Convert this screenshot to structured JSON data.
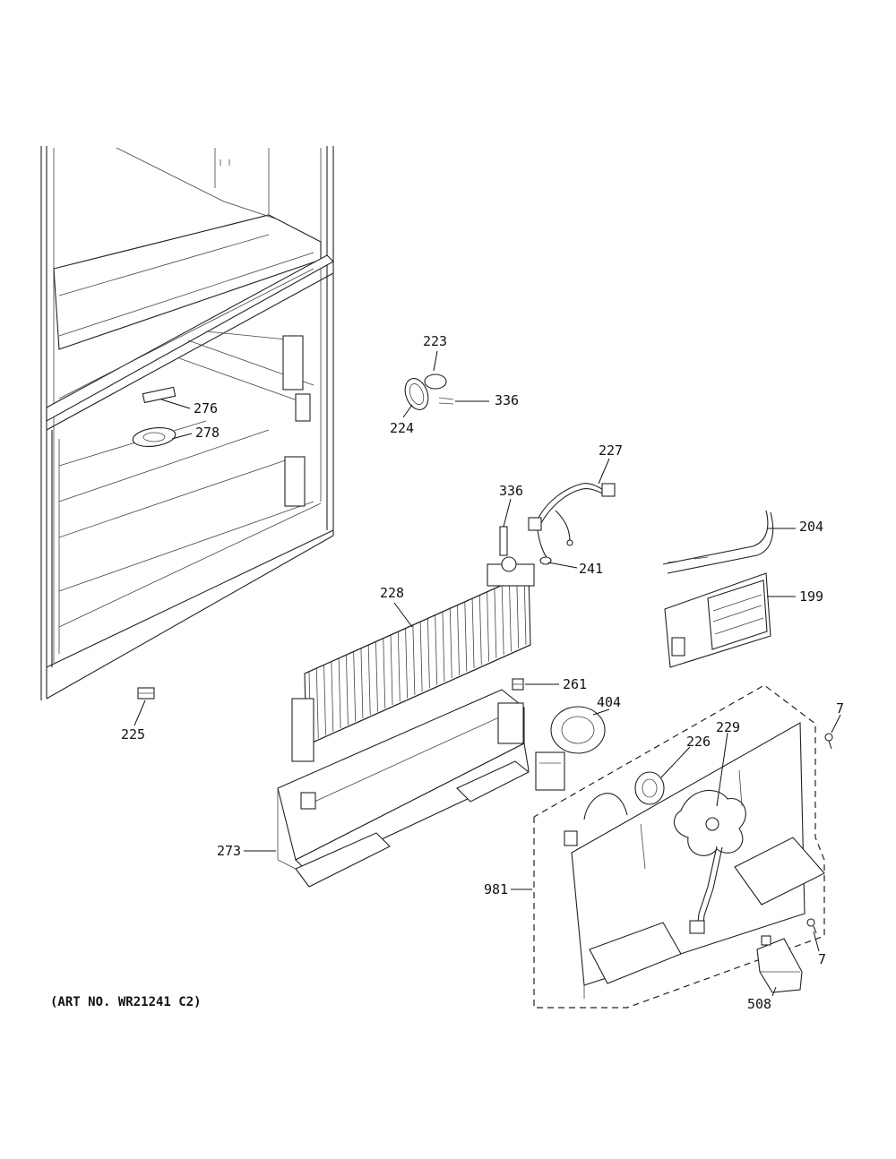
{
  "art_number": "(ART NO. WR21241 C2)",
  "callouts": [
    {
      "id": "c223",
      "text": "223"
    },
    {
      "id": "c336a",
      "text": "336"
    },
    {
      "id": "c224",
      "text": "224"
    },
    {
      "id": "c276",
      "text": "276"
    },
    {
      "id": "c278",
      "text": "278"
    },
    {
      "id": "c227",
      "text": "227"
    },
    {
      "id": "c336b",
      "text": "336"
    },
    {
      "id": "c204",
      "text": "204"
    },
    {
      "id": "c241",
      "text": "241"
    },
    {
      "id": "c228",
      "text": "228"
    },
    {
      "id": "c199",
      "text": "199"
    },
    {
      "id": "c261",
      "text": "261"
    },
    {
      "id": "c404",
      "text": "404"
    },
    {
      "id": "c7a",
      "text": "7"
    },
    {
      "id": "c225",
      "text": "225"
    },
    {
      "id": "c226",
      "text": "226"
    },
    {
      "id": "c229",
      "text": "229"
    },
    {
      "id": "c273",
      "text": "273"
    },
    {
      "id": "c981",
      "text": "981"
    },
    {
      "id": "c7b",
      "text": "7"
    },
    {
      "id": "c508",
      "text": "508"
    }
  ]
}
